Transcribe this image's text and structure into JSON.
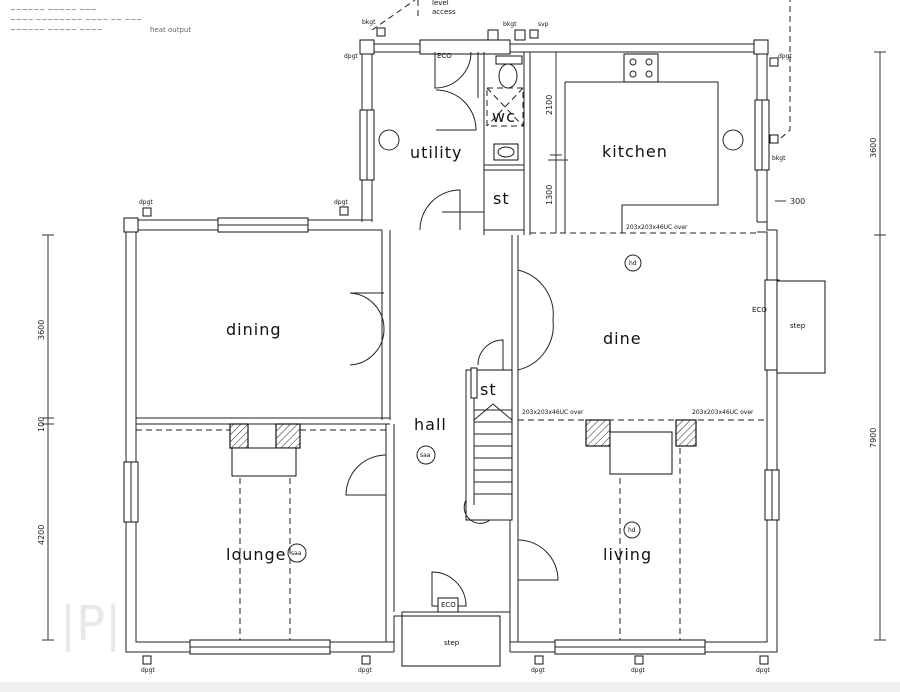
{
  "notes": {
    "line1": "level",
    "line2": "access",
    "line3": "heat output"
  },
  "rooms": {
    "utility": "utility",
    "wc": "wc",
    "kitchen": "kitchen",
    "st_upper": "st",
    "dining": "dining",
    "dine": "dine",
    "st_stair": "st",
    "hall": "hall",
    "lounge": "lounge",
    "living": "living"
  },
  "labels": {
    "eco_top": "ECO",
    "eco_right": "ECO",
    "eco_bottom": "ECO",
    "step_right": "step",
    "step_bottom": "step",
    "beam_kitchen": "203x203x46UC  over",
    "beam_left": "203x203x46UC  over",
    "beam_right": "203x203x46UC  over",
    "hd_dine": "hd",
    "hd_living": "hd",
    "saa_hall": "saa",
    "saa_lounge": "saa",
    "bkgt_top_left": "bkgt",
    "bkgt_top_mid": "bkgt",
    "svp": "svp",
    "dpgt_top_left": "dpgt",
    "dpgt_top_right": "dpgt",
    "dpgt_left_upper": "dpgt",
    "dpgt_mid_left": "dpgt",
    "bkgt_right": "bkgt",
    "dpgt_bottom_1": "dpgt",
    "dpgt_bottom_2": "dpgt",
    "dpgt_bottom_3": "dpgt",
    "dpgt_bottom_4": "dpgt",
    "dpgt_bottom_5": "dpgt"
  },
  "dimensions": {
    "left_upper": "3600",
    "left_mid": "100",
    "left_lower": "4200",
    "right_upper": "3600",
    "right_lower": "7900",
    "kitchen_upper": "2100",
    "kitchen_lower": "1300",
    "side_300": "300"
  }
}
